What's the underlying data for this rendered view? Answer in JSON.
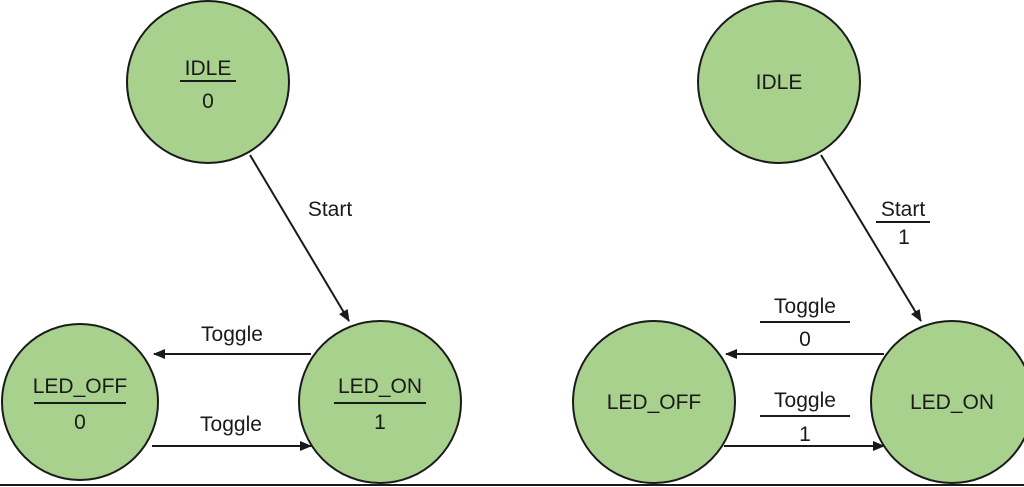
{
  "moore": {
    "idle": {
      "name": "IDLE",
      "output": "0"
    },
    "led_on": {
      "name": "LED_ON",
      "output": "1"
    },
    "led_off": {
      "name": "LED_OFF",
      "output": "0"
    },
    "t_start": {
      "input": "Start"
    },
    "t_on_off": {
      "input": "Toggle"
    },
    "t_off_on": {
      "input": "Toggle"
    }
  },
  "mealy": {
    "idle": {
      "name": "IDLE"
    },
    "led_on": {
      "name": "LED_ON"
    },
    "led_off": {
      "name": "LED_OFF"
    },
    "t_start": {
      "input": "Start",
      "output": "1"
    },
    "t_on_off": {
      "input": "Toggle",
      "output": "0"
    },
    "t_off_on": {
      "input": "Toggle",
      "output": "1"
    }
  }
}
